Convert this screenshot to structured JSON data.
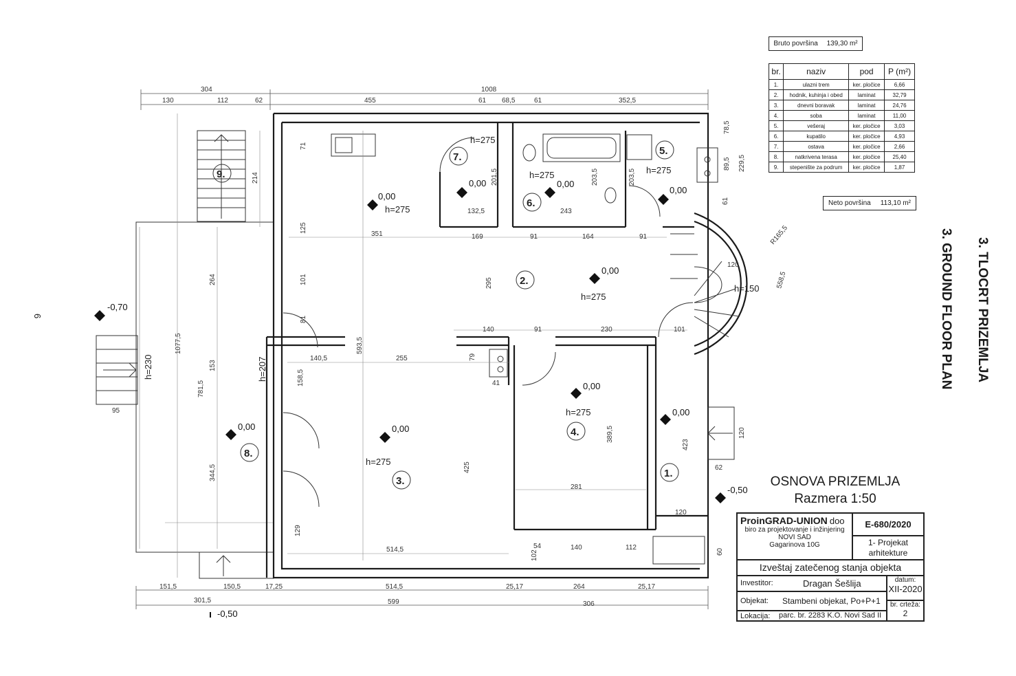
{
  "page": {
    "number": "6",
    "title_sr": "3. TLOCRT PRIZEMLJA",
    "title_en": "3. GROUND FLOOR PLAN"
  },
  "plan": {
    "caption_title": "OSNOVA PRIZEMLJA",
    "caption_scale": "Razmera 1:50",
    "rooms": [
      "1.",
      "2.",
      "3.",
      "4.",
      "5.",
      "6.",
      "7.",
      "8.",
      "9."
    ],
    "heights": [
      "h=275",
      "h=275",
      "h=275",
      "h=275",
      "h=275",
      "h=275",
      "h=275",
      "h=150",
      "h=230",
      "h=207"
    ],
    "elevations": [
      "0,00",
      "-0,70",
      "-0,50",
      "-0,50"
    ],
    "dimensions_top": [
      "304",
      "1008",
      "130",
      "112",
      "62",
      "455",
      "61",
      "68,5",
      "61",
      "352,5"
    ],
    "dimensions_bottom": [
      "151,5",
      "150,5",
      "17,25",
      "514,5",
      "25,17",
      "264",
      "25,17",
      "301,5",
      "599",
      "306"
    ],
    "dimensions_inner": [
      "351",
      "169",
      "91",
      "164",
      "91",
      "140",
      "91",
      "230",
      "101",
      "140,5",
      "255",
      "514,5",
      "281",
      "132,5",
      "243",
      "140",
      "112",
      "120",
      "62",
      "95",
      "R165,5",
      "1077,5",
      "781,5",
      "153",
      "264",
      "344,5",
      "593,5",
      "425",
      "389,5",
      "423",
      "295",
      "214",
      "125",
      "101",
      "81",
      "71",
      "158,5",
      "129",
      "54",
      "102",
      "60",
      "120",
      "79",
      "201,5",
      "203,5",
      "203,5",
      "229,5",
      "78,5",
      "89,5",
      "61",
      "558,5",
      "120",
      "41"
    ]
  },
  "gross_area": {
    "label": "Bruto površina",
    "value": "139,30 m²"
  },
  "net_area": {
    "label": "Neto površina",
    "value": "113,10 m²"
  },
  "area_table": {
    "headers": [
      "br.",
      "naziv",
      "pod",
      "P (m²)"
    ],
    "rows": [
      [
        "1.",
        "ulazni trem",
        "ker. pločice",
        "6,66"
      ],
      [
        "2.",
        "hodnik, kuhinja i obed",
        "laminat",
        "32,79"
      ],
      [
        "3.",
        "dnevni boravak",
        "laminat",
        "24,76"
      ],
      [
        "4.",
        "soba",
        "laminat",
        "11,00"
      ],
      [
        "5.",
        "vešeraj",
        "ker. pločice",
        "3,03"
      ],
      [
        "6.",
        "kupatilo",
        "ker. pločice",
        "4,93"
      ],
      [
        "7.",
        "ostava",
        "ker. pločice",
        "2,66"
      ],
      [
        "8.",
        "natkrivena terasa",
        "ker. pločice",
        "25,40"
      ],
      [
        "9.",
        "stepenište za podrum",
        "ker. pločice",
        "1,87"
      ]
    ]
  },
  "title_block": {
    "company": "ProinGRAD-UNION",
    "company_suffix": "doo",
    "subtitle": "biro za projektovanje i inžinjering",
    "city": "NOVI SAD",
    "address": "Gagarinova 10G",
    "project_code": "E-680/2020",
    "project_part": "1- Projekat arhitekture",
    "report": "Izveštaj zatečenog stanja objekta",
    "investor_label": "Investitor:",
    "investor": "Dragan Šešlija",
    "object_label": "Objekat:",
    "object": "Stambeni objekat, Po+P+1",
    "location_label": "Lokacija:",
    "location": "parc. br. 2283 K.O. Novi Sad II",
    "date_label": "datum:",
    "date": "XII-2020",
    "drawing_label": "br. crteža:",
    "drawing_no": "2"
  }
}
